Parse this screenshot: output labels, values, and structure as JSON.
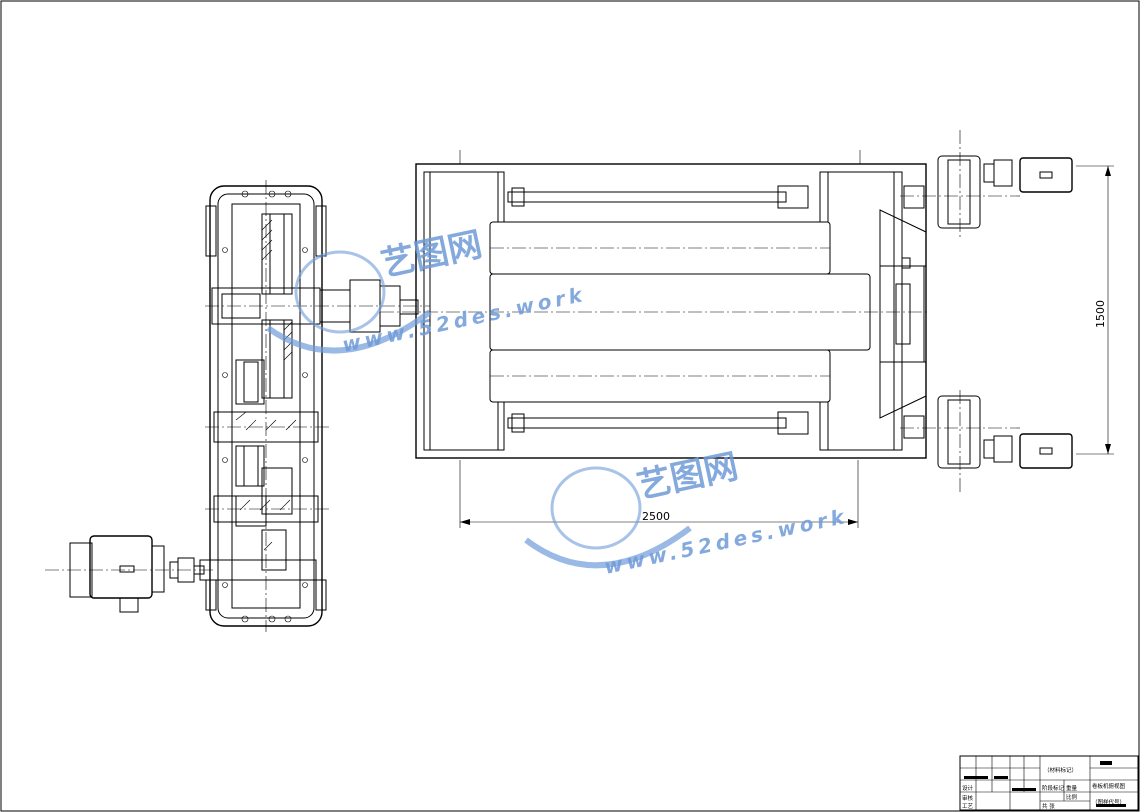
{
  "dimensions": {
    "width_label": "2500",
    "height_label": "1500"
  },
  "watermark": {
    "brand": "艺图网",
    "url": "www.52des.work",
    "color": "#6f9bd8"
  },
  "title_block": {
    "material": "（材料标记）",
    "drawing_name": "卷板机俯视图",
    "drawing_code": "（图样代号）",
    "weight_label": "重量",
    "scale_label": "比例",
    "stage_label": "阶段标记",
    "sheet_label": "共  张",
    "design_label": "设计",
    "review_label": "审核",
    "process_label": "工艺"
  }
}
